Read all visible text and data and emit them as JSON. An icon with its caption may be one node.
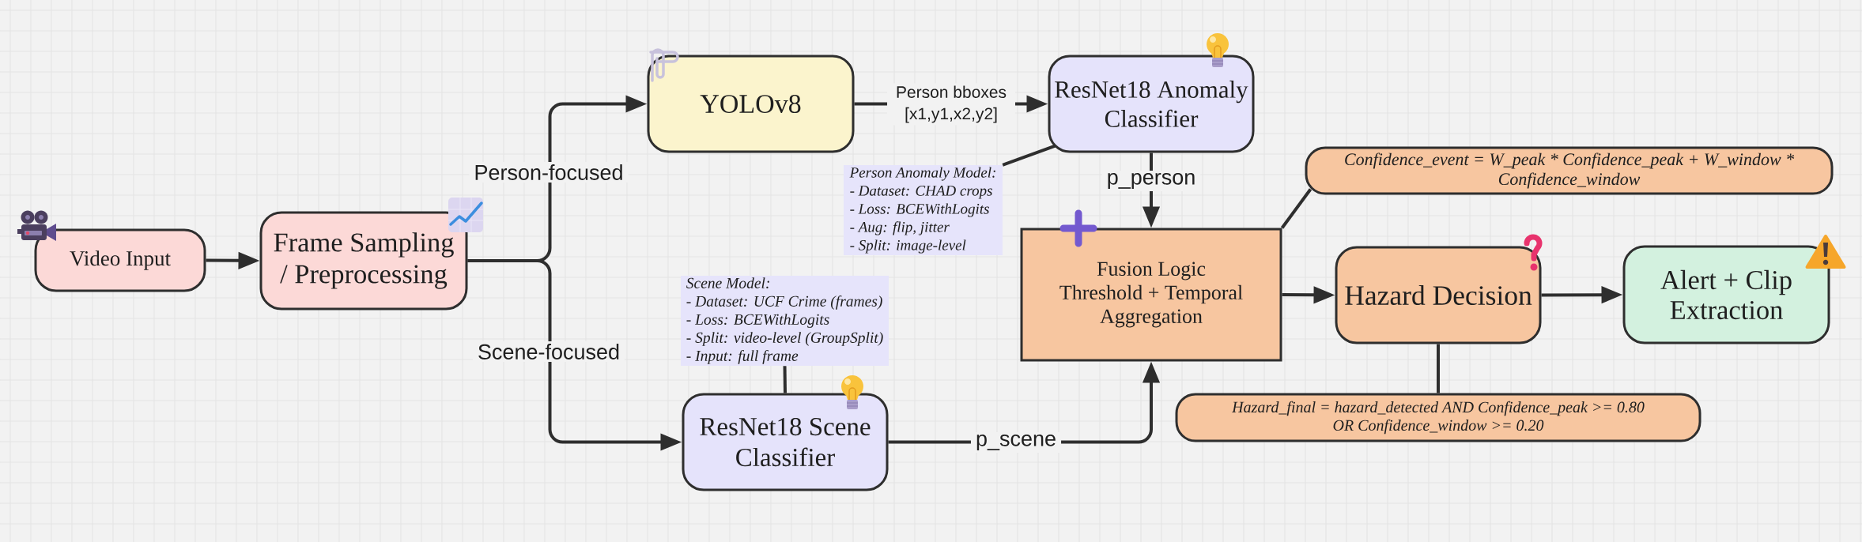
{
  "diagram": {
    "nodes": [
      {
        "text": [
          "Video Input"
        ]
      },
      {
        "text": [
          "Frame Sampling / Preprocessing"
        ]
      },
      {
        "text": [
          "YOLOv8"
        ]
      },
      {
        "text": [
          "ResNet18 Anomaly Classifier"
        ]
      },
      {
        "text": [
          "Person Anomaly Model:",
          "- Dataset: CHAD crops",
          "- Loss: BCEWithLogits",
          "- Aug: flip, jitter",
          "- Split: image-level"
        ]
      },
      {
        "text": [
          "Scene Model:",
          "- Dataset: UCF Crime (frames)",
          "- Loss: BCEWithLogits",
          "- Split: video-level (GroupSplit)",
          "- Input: full frame"
        ]
      },
      {
        "text": [
          "ResNet18 Scene Classifier"
        ]
      },
      {
        "text": [
          "Confidence_event = W_peak * Confidence_peak + W_window * Confidence_window"
        ]
      },
      {
        "text": [
          "Fusion Logic",
          "Threshold + Temporal Aggregation"
        ]
      },
      {
        "text": [
          "Hazard Decision"
        ]
      },
      {
        "text": [
          "Hazard_final = hazard_detected AND Confidence_peak >= 0.80 OR Confidence_window >= 0.20"
        ]
      },
      {
        "text": [
          "Alert + Clip Extraction"
        ]
      }
    ],
    "edges": [
      {
        "from": 0,
        "to": 1,
        "arrow": "to"
      },
      {
        "from": 1,
        "to": 2,
        "arrow": "to",
        "label": "Person-focused"
      },
      {
        "from": 1,
        "to": 6,
        "arrow": "to",
        "label": "Scene-focused"
      },
      {
        "from": 2,
        "to": 3,
        "arrow": "to",
        "label": "Person bboxes [x1,y1,x2,y2]"
      },
      {
        "from": 4,
        "to": 3,
        "arrow": "none"
      },
      {
        "from": 3,
        "to": 8,
        "arrow": "to",
        "label": "p_person"
      },
      {
        "from": 5,
        "to": 6,
        "arrow": "none"
      },
      {
        "from": 6,
        "to": 8,
        "arrow": "to",
        "label": "p_scene"
      },
      {
        "from": 7,
        "to": 8,
        "arrow": "none"
      },
      {
        "from": 8,
        "to": 9,
        "arrow": "to"
      },
      {
        "from": 10,
        "to": 9,
        "arrow": "none"
      },
      {
        "from": 9,
        "to": 11,
        "arrow": "to"
      }
    ]
  }
}
